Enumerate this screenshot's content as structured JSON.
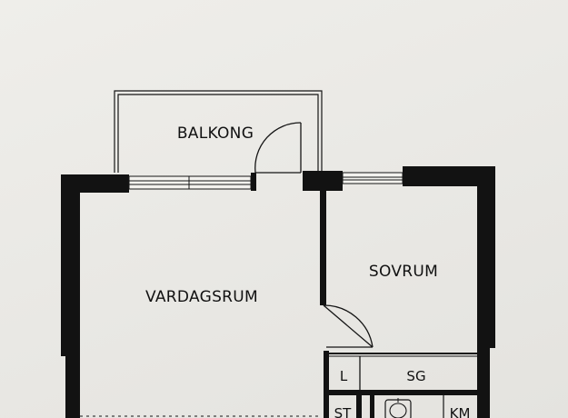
{
  "rooms": {
    "balcony": "BALKONG",
    "living_room": "VARDAGSRUM",
    "bedroom": "SOVRUM",
    "linen_closet": "L",
    "wardrobe": "SG",
    "storage": "ST",
    "kitchen_appliance": "KM"
  },
  "colors": {
    "wall": "#121212",
    "paper": "#ecebe7"
  }
}
